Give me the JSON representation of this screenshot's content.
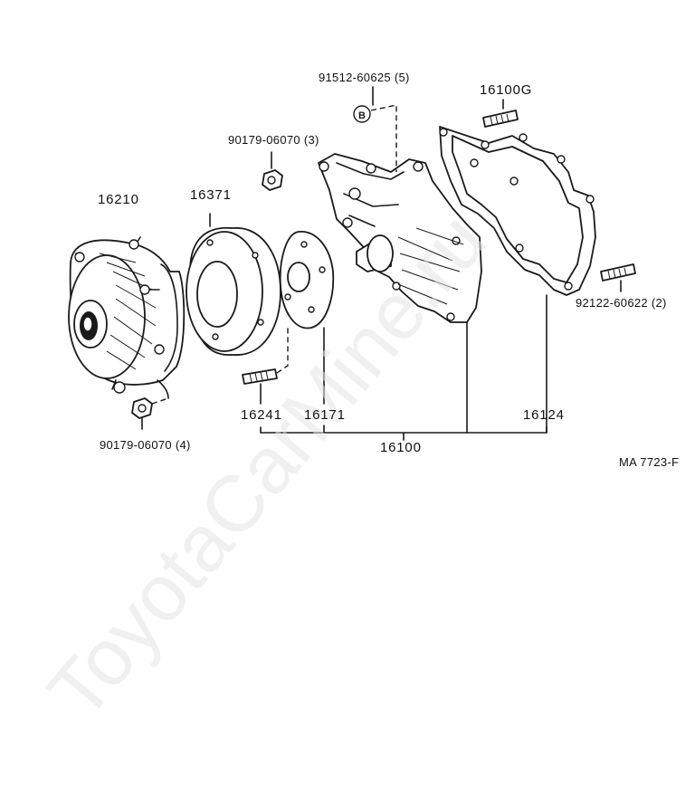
{
  "diagram": {
    "parts": {
      "p16210": "16210",
      "p16371": "16371",
      "p90179_3": "90179-06070 (3)",
      "p91512": "91512-60625 (5)",
      "p16100G": "16100G",
      "p92122": "92122-60622 (2)",
      "p16241": "16241",
      "p16171": "16171",
      "p16124": "16124",
      "p16100": "16100",
      "p90179_4": "90179-06070 (4)"
    },
    "bolt_marker": "B",
    "code": "MA 7723-F"
  },
  "watermark": "ToyotaCarMine.ru"
}
